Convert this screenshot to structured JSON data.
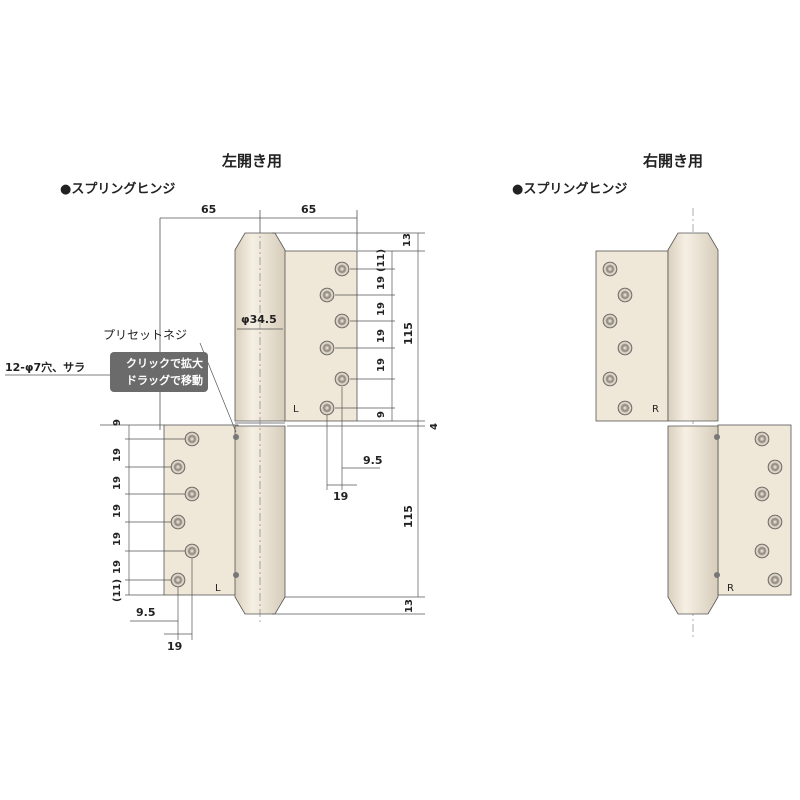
{
  "left": {
    "title": "左開き用",
    "subtitle": "●スプリングヒンジ",
    "dim_top_left": "65",
    "dim_top_right": "65",
    "phi": "φ34.5",
    "preset_screw": "プリセットネジ",
    "hole_label": "12-φ7穴、サラ",
    "leaf_mark": "L",
    "upper_right_dims": [
      "13",
      "(11)",
      "19",
      "19",
      "19",
      "19",
      "9"
    ],
    "total_upper": "115",
    "gap": "4",
    "total_lower": "115",
    "bottom_13": "13",
    "mid_9_5": "9.5",
    "mid_19": "19",
    "lower_left_dims": [
      "9",
      "19",
      "19",
      "19",
      "19",
      "19",
      "(11)"
    ],
    "bot_9_5": "9.5",
    "bot_19": "19"
  },
  "right": {
    "title": "右開き用",
    "subtitle": "●スプリングヒンジ",
    "leaf_mark": "R"
  },
  "tooltip": {
    "line1": "クリックで拡大",
    "line2": "ドラッグで移動"
  },
  "colors": {
    "leaf": "#efe7d8",
    "barrel": "#ece4d4",
    "line": "#555555",
    "tooltip_bg": "#6b6b6b"
  }
}
